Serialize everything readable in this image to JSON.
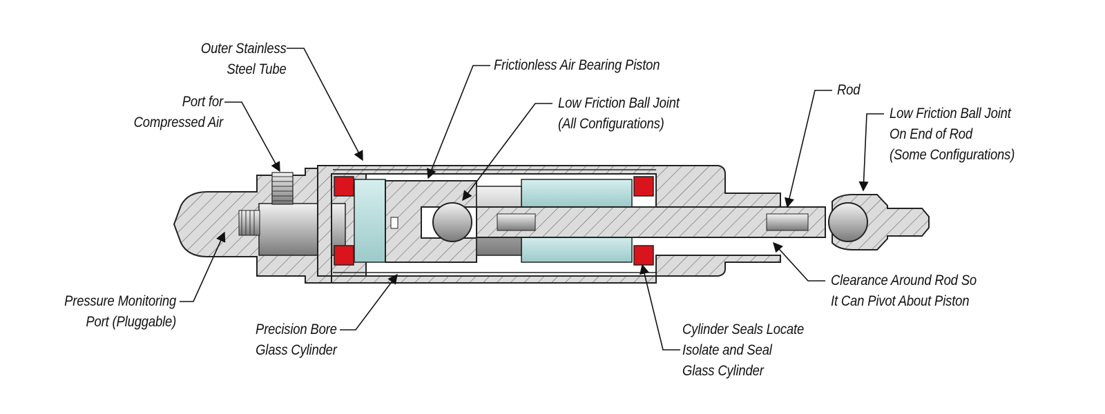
{
  "diagram": {
    "labels": {
      "outer_tube": [
        "Outer Stainless",
        "Steel Tube"
      ],
      "port_air": [
        "Port for",
        "Compressed Air"
      ],
      "piston": [
        "Frictionless Air Bearing Piston"
      ],
      "ball_joint": [
        "Low Friction Ball Joint",
        "(All Configurations)"
      ],
      "rod": [
        "Rod"
      ],
      "rod_end_joint": [
        "Low Friction Ball Joint",
        "On End of Rod",
        "(Some Configurations)"
      ],
      "pressure_port": [
        "Pressure Monitoring",
        "Port (Pluggable)"
      ],
      "glass_cylinder": [
        "Precision Bore",
        "Glass Cylinder"
      ],
      "seals": [
        "Cylinder Seals Locate",
        "Isolate and Seal",
        "Glass Cylinder"
      ],
      "clearance": [
        "Clearance Around Rod So",
        "It Can Pivot About Piston"
      ]
    },
    "colors": {
      "metal_section": "#d9d9d9",
      "hatch": "#555555",
      "glass": "#b8dcdc",
      "seal": "#d9141c",
      "bore": "#bdbdbd"
    }
  }
}
